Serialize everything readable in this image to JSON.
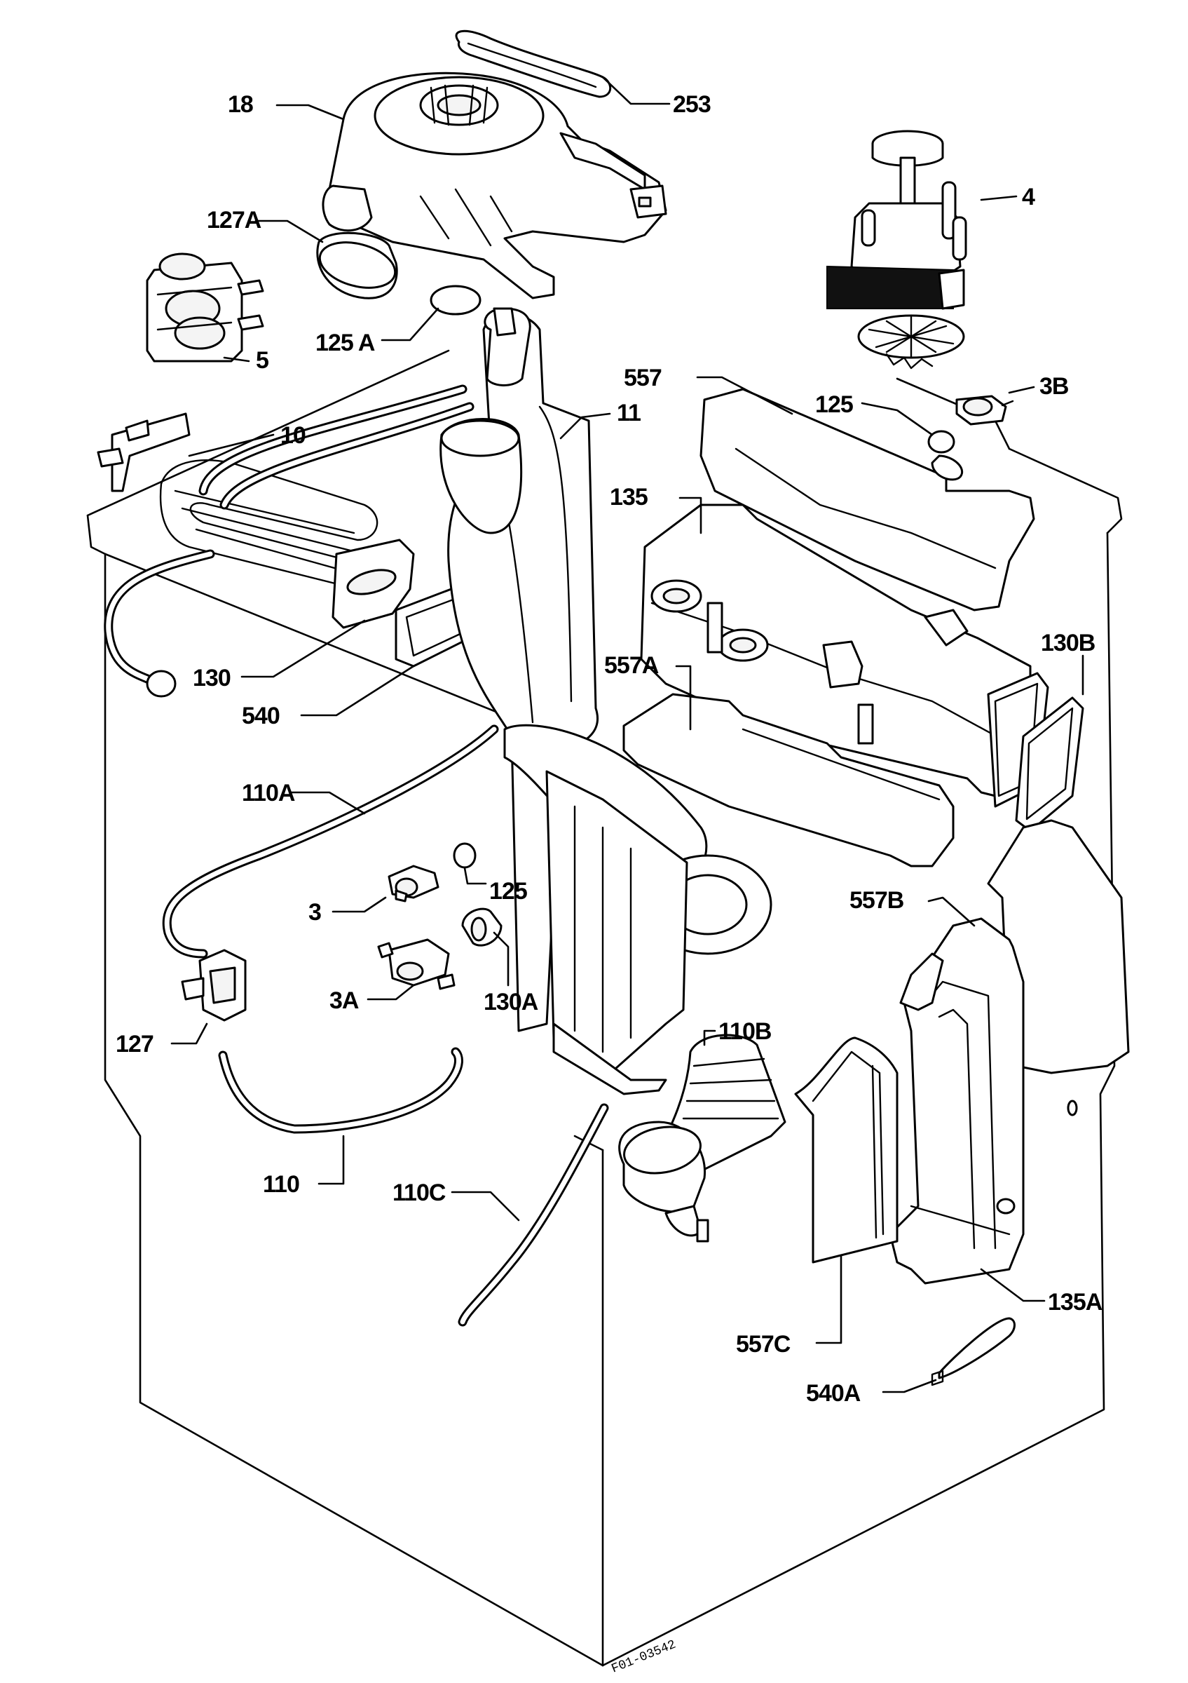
{
  "labels": {
    "p18": "18",
    "p253": "253",
    "p4": "4",
    "p127A": "127A",
    "p5": "5",
    "p125A": "125 A",
    "p557": "557",
    "p3B": "3B",
    "p125_top": "125",
    "p10": "10",
    "p11": "11",
    "p135": "135",
    "p130B": "130B",
    "p130": "130",
    "p540": "540",
    "p557A": "557A",
    "p110A": "110A",
    "p125_mid": "125",
    "p3": "3",
    "p557B": "557B",
    "p3A": "3A",
    "p130A": "130A",
    "p127": "127",
    "p110B": "110B",
    "p110": "110",
    "p110C": "110C",
    "p135A": "135A",
    "p557C": "557C",
    "p540A": "540A"
  },
  "stamp": "F01-03542"
}
